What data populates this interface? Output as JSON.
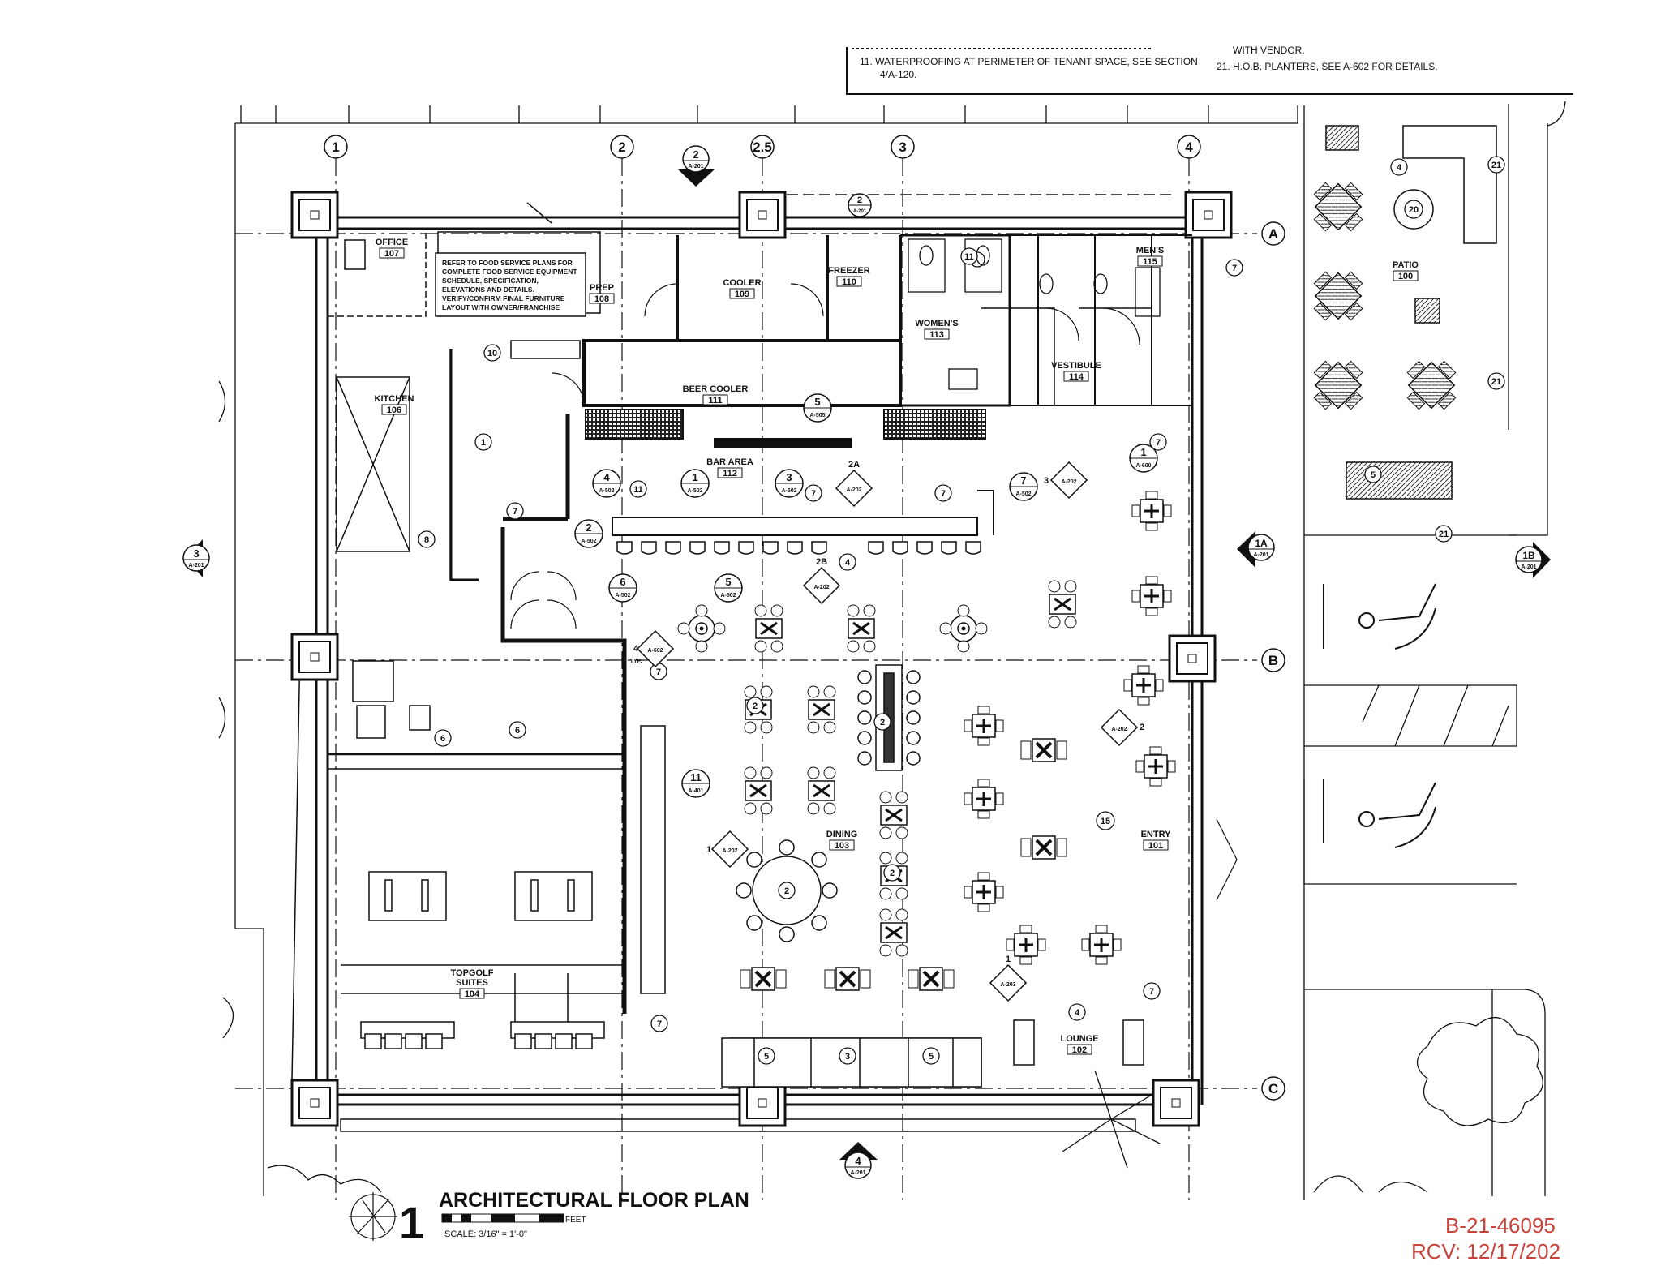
{
  "notes": {
    "line1a": "11.  WATERPROOFING AT PERIMETER OF TENANT SPACE, SEE SECTION",
    "line1b": "4/A-120.",
    "line2a": "WITH VENDOR.",
    "line2b": "21.  H.O.B. PLANTERS, SEE A-602 FOR DETAILS."
  },
  "food_note": {
    "l1": "REFER TO FOOD SERVICE PLANS FOR",
    "l2": "COMPLETE FOOD SERVICE EQUIPMENT",
    "l3": "SCHEDULE, SPECIFICATION,",
    "l4": "ELEVATIONS AND DETAILS.",
    "l5": "VERIFY/CONFIRM FINAL FURNITURE",
    "l6": "LAYOUT WITH OWNER/FRANCHISE"
  },
  "grid": {
    "c1": "1",
    "c2": "2",
    "c25": "2.5",
    "c3": "3",
    "c4": "4",
    "ra": "A",
    "rb": "B",
    "rc": "C"
  },
  "rooms": {
    "office": {
      "name": "OFFICE",
      "num": "107"
    },
    "prep": {
      "name": "PREP",
      "num": "108"
    },
    "cooler": {
      "name": "COOLER",
      "num": "109"
    },
    "freezer": {
      "name": "FREEZER",
      "num": "110"
    },
    "mens": {
      "name": "MEN'S",
      "num": "115"
    },
    "womens": {
      "name": "WOMEN'S",
      "num": "113"
    },
    "vestibule": {
      "name": "VESTIBULE",
      "num": "114"
    },
    "kitchen": {
      "name": "KITCHEN",
      "num": "106"
    },
    "beer_cooler": {
      "name": "BEER COOLER",
      "num": "111"
    },
    "bar_area": {
      "name": "BAR AREA",
      "num": "112"
    },
    "dining": {
      "name": "DINING",
      "num": "103"
    },
    "entry": {
      "name": "ENTRY",
      "num": "101"
    },
    "topgolf_l1": "TOPGOLF",
    "topgolf_l2": "SUITES",
    "topgolf_num": "104",
    "lounge": {
      "name": "LOUNGE",
      "num": "102"
    },
    "patio": {
      "name": "PATIO",
      "num": "100"
    }
  },
  "section_marks": {
    "s2_top": {
      "num": "2",
      "ref": "A-201"
    },
    "s3_left": {
      "num": "3",
      "ref": "A-201"
    },
    "s1a": {
      "num": "1A",
      "ref": "A-201"
    },
    "s1b": {
      "num": "1B",
      "ref": "A-201"
    },
    "s4_bottom": {
      "num": "4",
      "ref": "A-201"
    }
  },
  "detail_refs": {
    "d5_a505": {
      "num": "5",
      "ref": "A-505"
    },
    "d4_a502": {
      "num": "4",
      "ref": "A-502"
    },
    "d1_a502": {
      "num": "1",
      "ref": "A-502"
    },
    "d3_a502": {
      "num": "3",
      "ref": "A-502"
    },
    "d2_a502": {
      "num": "2",
      "ref": "A-502"
    },
    "d6_a502": {
      "num": "6",
      "ref": "A-502"
    },
    "d5_a502": {
      "num": "5",
      "ref": "A-502"
    },
    "d7_a502": {
      "num": "7",
      "ref": "A-502"
    },
    "d11_a401": {
      "num": "11",
      "ref": "A-401"
    },
    "d1_a600": {
      "num": "1",
      "ref": "A-600"
    },
    "d2_a201": {
      "num": "2",
      "ref": "A-201"
    }
  },
  "elev_refs": {
    "e2a": "2A",
    "e2a_ref": "A-202",
    "e3": "3",
    "e3_ref": "A-202",
    "e2b": "2B",
    "e2b_ref": "A-202",
    "e1": "1",
    "e1_ref": "A-202",
    "e2c": "2",
    "e2c_ref": "A-202",
    "e4": "4",
    "e4_ref": "A-602",
    "e4_typ": "TYP.",
    "e5": "1",
    "e5_ref": "A-203"
  },
  "keys": {
    "k7": "7",
    "k10": "10",
    "k1": "1",
    "k8": "8",
    "k11": "11",
    "k6": "6",
    "k2": "2",
    "k4": "4",
    "k5": "5",
    "k15": "15",
    "k20": "20",
    "k21": "21",
    "k3": "3"
  },
  "title_block": {
    "number": "1",
    "title": "ARCHITECTURAL FLOOR PLAN",
    "scale": "SCALE: 3/16\" = 1'-0\"",
    "feet": "FEET"
  },
  "stamp": {
    "line1": "B-21-46095",
    "line2": "RCV: 12/17/202"
  }
}
